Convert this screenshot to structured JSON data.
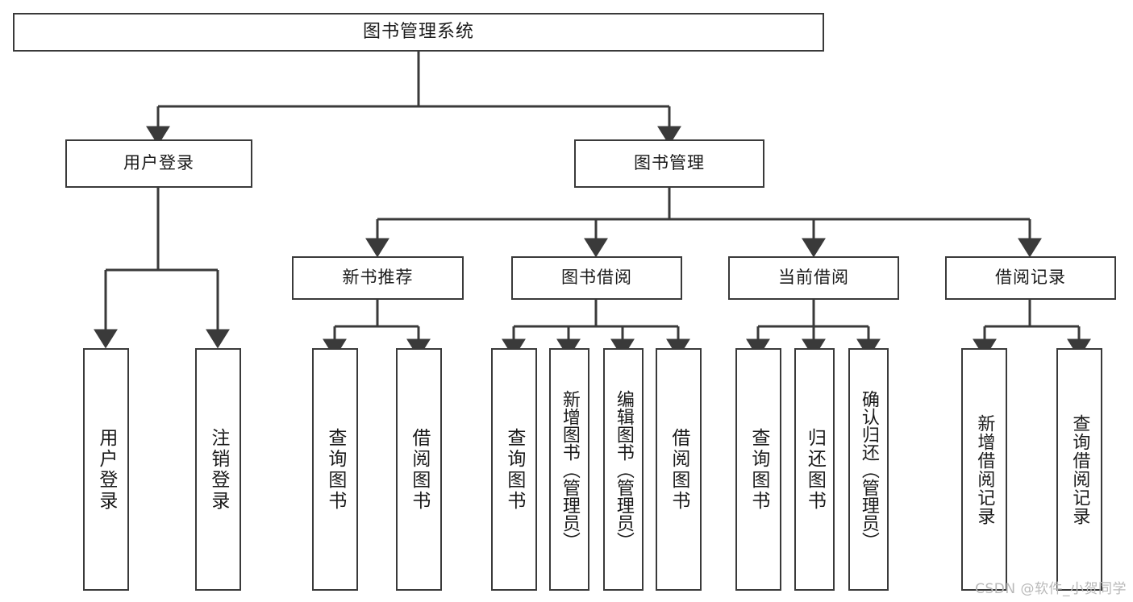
{
  "diagram": {
    "title": "图书管理系统",
    "type": "tree",
    "watermark": "CSDN @软件_小贺同学",
    "colors": {
      "stroke": "#3a3a3a",
      "fill": "#ffffff",
      "text": "#1a1a1a",
      "watermark": "#b9b9b9"
    },
    "root": {
      "label": "图书管理系统"
    },
    "level2": [
      {
        "label": "用户登录"
      },
      {
        "label": "图书管理"
      }
    ],
    "level3": [
      {
        "label": "新书推荐"
      },
      {
        "label": "图书借阅"
      },
      {
        "label": "当前借阅"
      },
      {
        "label": "借阅记录"
      }
    ],
    "leaves": {
      "user_login": [
        {
          "label": "用户登录"
        },
        {
          "label": "注销登录"
        }
      ],
      "new_book_recommend": [
        {
          "label": "查询图书"
        },
        {
          "label": "借阅图书"
        }
      ],
      "book_borrow": [
        {
          "label": "查询图书"
        },
        {
          "label": "新增图书（管理员）"
        },
        {
          "label": "编辑图书（管理员）"
        },
        {
          "label": "借阅图书"
        }
      ],
      "current_borrow": [
        {
          "label": "查询图书"
        },
        {
          "label": "归还图书"
        },
        {
          "label": "确认归还（管理员）"
        }
      ],
      "borrow_record": [
        {
          "label": "新增借阅记录"
        },
        {
          "label": "查询借阅记录"
        }
      ]
    }
  }
}
